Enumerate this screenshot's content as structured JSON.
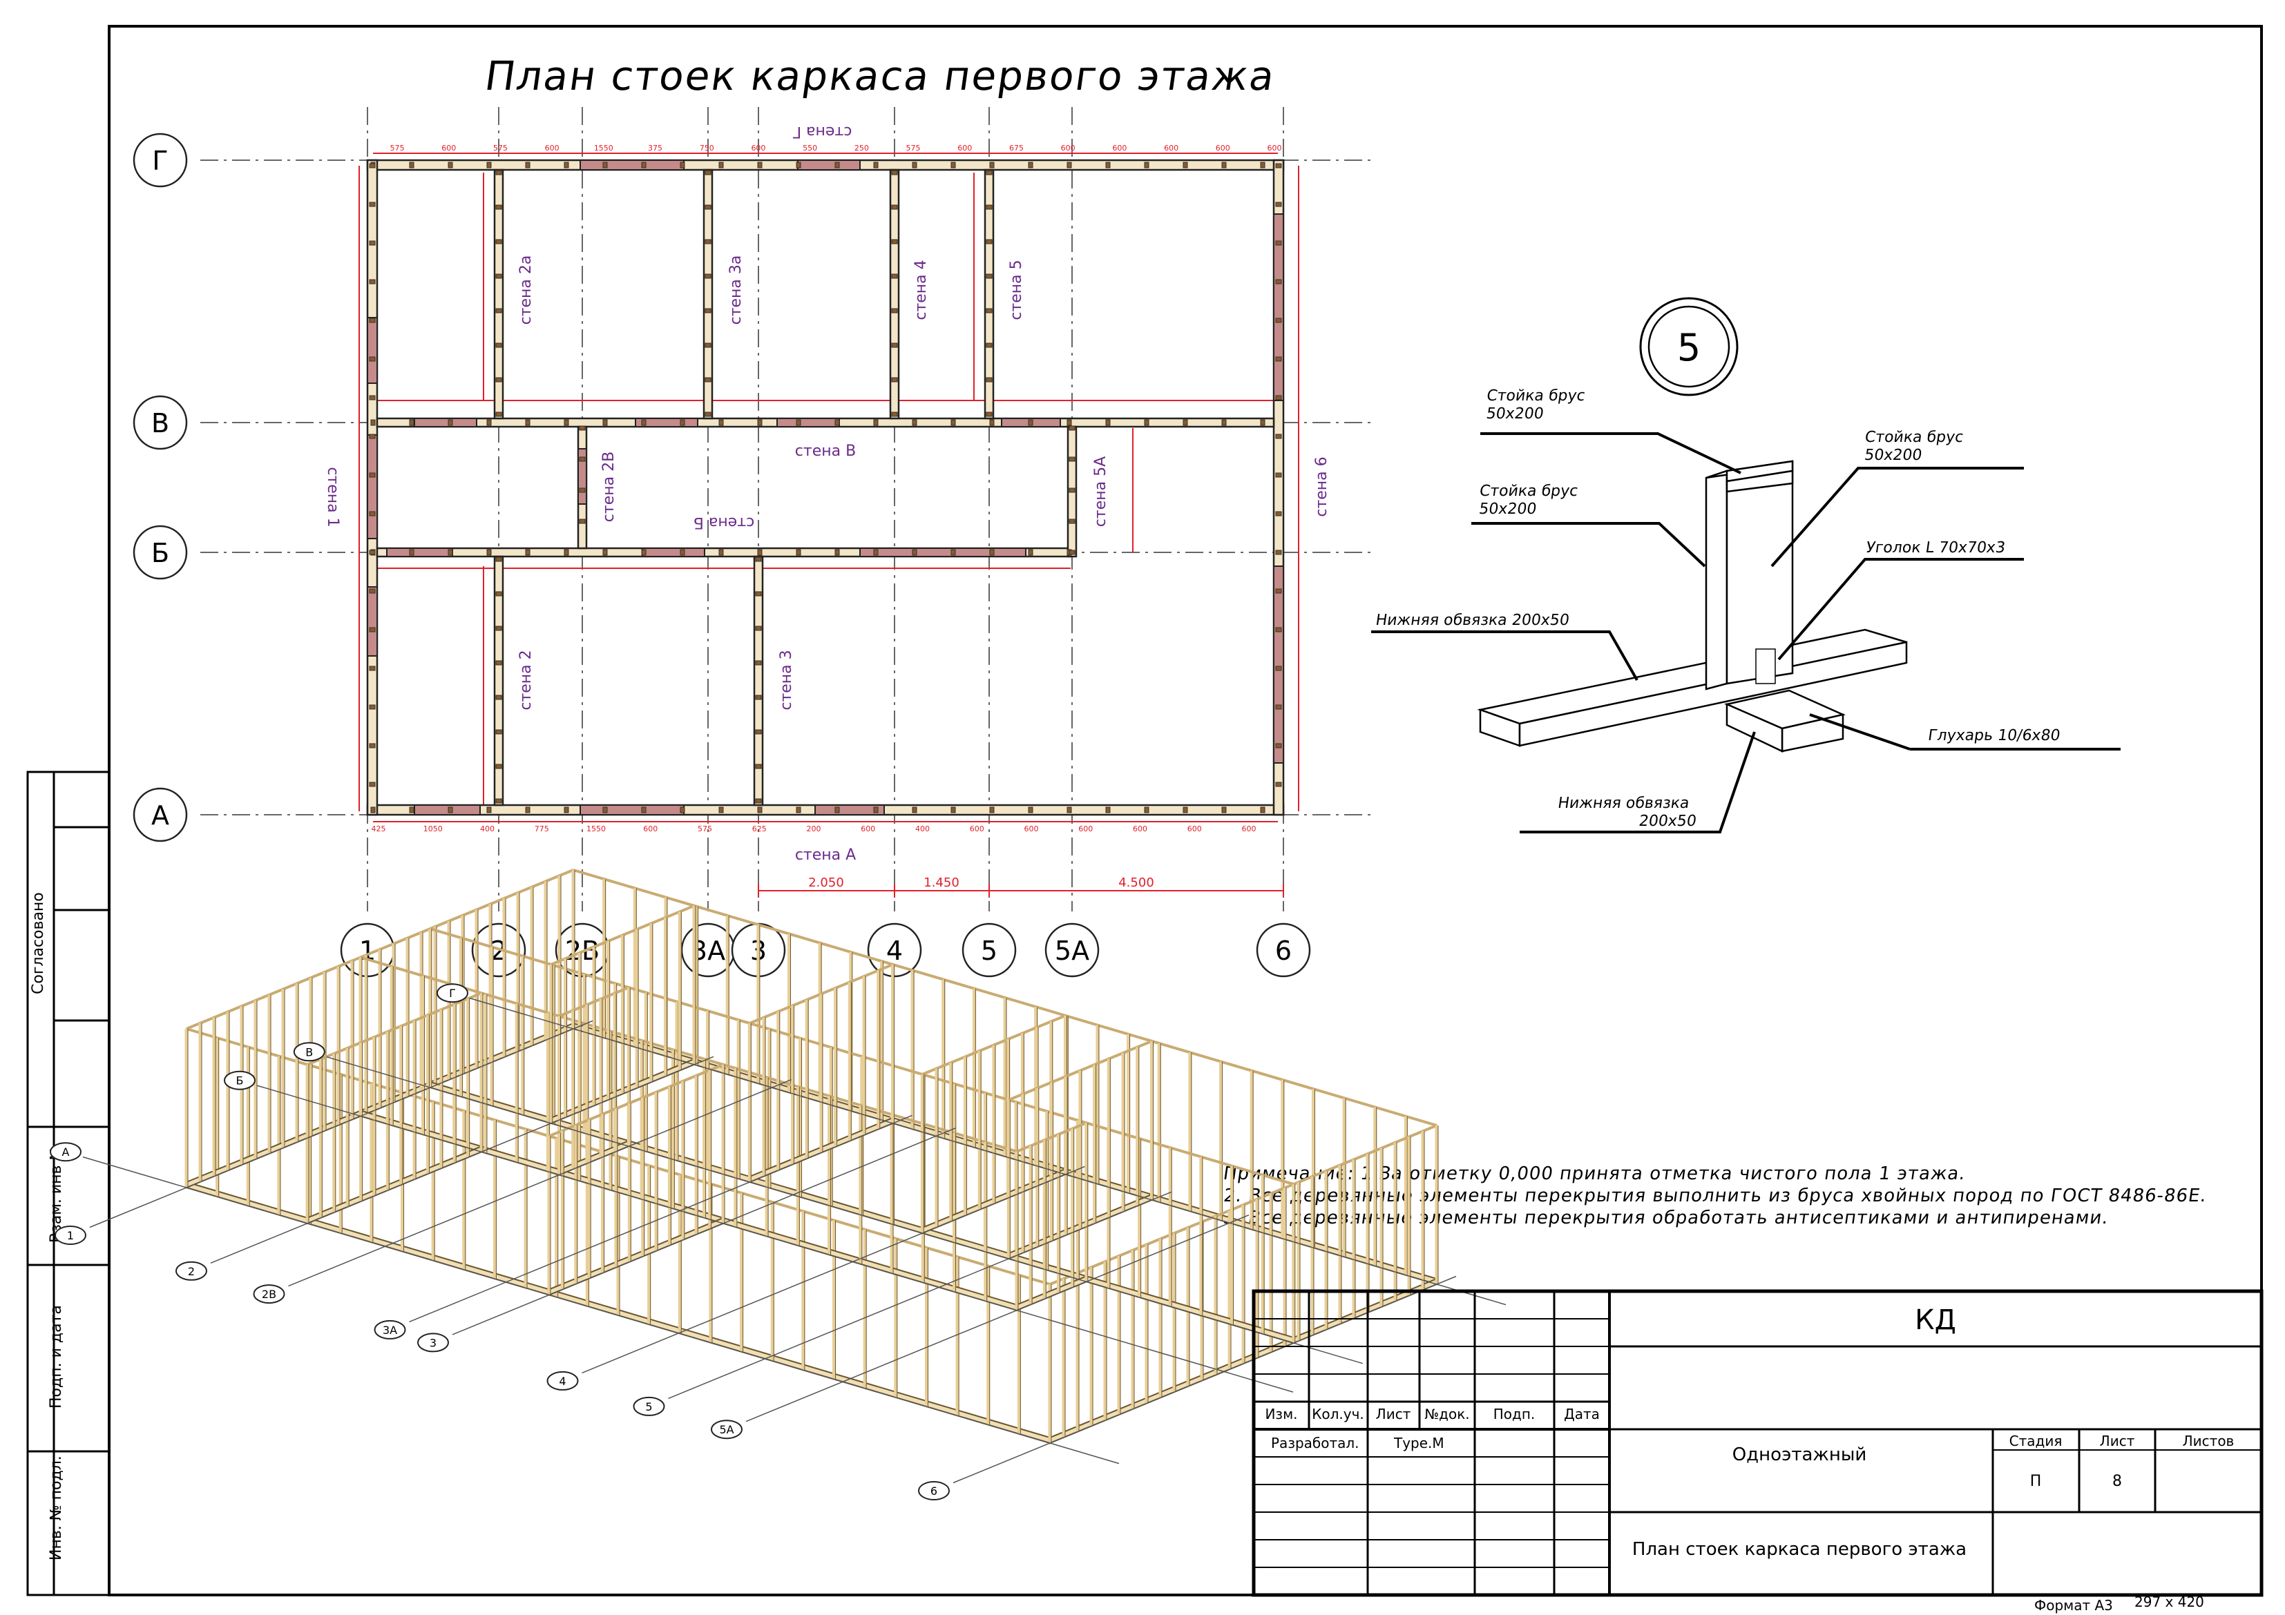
{
  "drawing": {
    "title": "План стоек каркаса первого этажа",
    "row_axes": [
      "Г",
      "В",
      "Б",
      "А"
    ],
    "col_axes": [
      "1",
      "2",
      "2В",
      "3А",
      "3",
      "4",
      "5",
      "5А",
      "6"
    ],
    "wall_labels": {
      "g": "стена Г",
      "v": "стена В",
      "b": "стена Б",
      "a": "стена А",
      "w1": "стена 1",
      "w2": "стена 2",
      "w2a": "стена 2а",
      "w2b": "стена 2В",
      "w3": "стена 3",
      "w3a": "стена 3а",
      "w4": "стена 4",
      "w5": "стена 5",
      "w5a": "стена 5А",
      "w6": "стена 6"
    },
    "bottom_dims": [
      "2.050",
      "1.450",
      "4.500"
    ],
    "top_dims": [
      "575",
      "600",
      "575",
      "600",
      "1550",
      "375",
      "750",
      "600",
      "550",
      "250",
      "575",
      "600",
      "675",
      "600",
      "600",
      "600",
      "600",
      "600"
    ],
    "bottom_small_dims": [
      "425",
      "1050",
      "400",
      "775",
      "1550",
      "600",
      "575",
      "625",
      "200",
      "600",
      "400",
      "600",
      "600",
      "600",
      "600",
      "600",
      "600"
    ]
  },
  "detail": {
    "number": "5",
    "labels": {
      "post1": [
        "Стойка брус",
        "50х200"
      ],
      "post2": [
        "Стойка брус",
        "50х200"
      ],
      "post3": [
        "Стойка брус",
        "50х200"
      ],
      "angle": "Уголок L 70х70х3",
      "plate1": "Нижняя обвязка 200х50",
      "plate2": [
        "Нижняя обвязка",
        "200х50"
      ],
      "screw": "Глухарь 10/6х80"
    }
  },
  "notes": [
    "Примечание: 1 За отметку 0,000 принята отметка чистого пола 1 этажа.",
    "2. Все деревянные элементы перекрытия выполнить из бруса хвойных пород по ГОСТ 8486-86Е.",
    "3. Все деревянные элементы перекрытия  обработать антисептиками и антипиренами."
  ],
  "iso_axis_labels": [
    "А",
    "Б",
    "В",
    "Г",
    "1",
    "2",
    "2В",
    "3А",
    "3",
    "4",
    "5",
    "5А",
    "6"
  ],
  "title_block": {
    "code": "КД",
    "headers": [
      "Изм.",
      "Кол.уч.",
      "Лист",
      "№док.",
      "Подп.",
      "Дата"
    ],
    "developed_label": "Разработал.",
    "developer": "Туре.М",
    "project": "Одноэтажный",
    "sheet_title": "План стоек каркаса первого этажа",
    "stage_label": "Стадия",
    "sheet_label": "Лист",
    "sheets_label": "Листов",
    "stage": "П",
    "sheet": "8",
    "format_label": "Формат А3",
    "format_size": "297 х 420"
  },
  "side_stamp": {
    "agreed": "Согласовано",
    "inv_replace": "Взам. инв №",
    "sign_date": "Подп. и  дата",
    "inv_orig": "Инв. № подл."
  },
  "colors": {
    "line": "#000000",
    "dim": "#e0202a",
    "label": "#6a2a8a",
    "wood": "#f3e6c8",
    "window": "#c58a8a"
  }
}
